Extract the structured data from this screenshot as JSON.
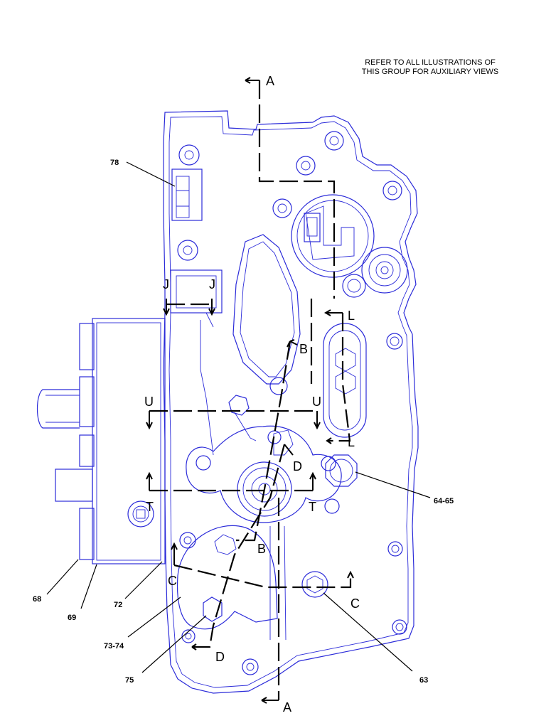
{
  "note": {
    "line1": "REFER TO ALL ILLUSTRATIONS OF",
    "line2": "THIS GROUP FOR AUXILIARY VIEWS"
  },
  "callouts": {
    "c78": "78",
    "c64_65": "64-65",
    "c68": "68",
    "c69": "69",
    "c72": "72",
    "c73_74": "73-74",
    "c75": "75",
    "c63": "63"
  },
  "sections": {
    "a_top": "A",
    "a_bottom": "A",
    "b_upper": "B",
    "b_lower": "B",
    "c_left": "C",
    "c_right": "C",
    "d_upper": "D",
    "d_lower": "D",
    "j_left": "J",
    "j_right": "J",
    "l_upper": "L",
    "l_lower": "L",
    "t_left": "T",
    "t_right": "T",
    "u_left": "U",
    "u_right": "U"
  },
  "colors": {
    "linework": "#2b2bd9",
    "annotation": "#000000"
  }
}
